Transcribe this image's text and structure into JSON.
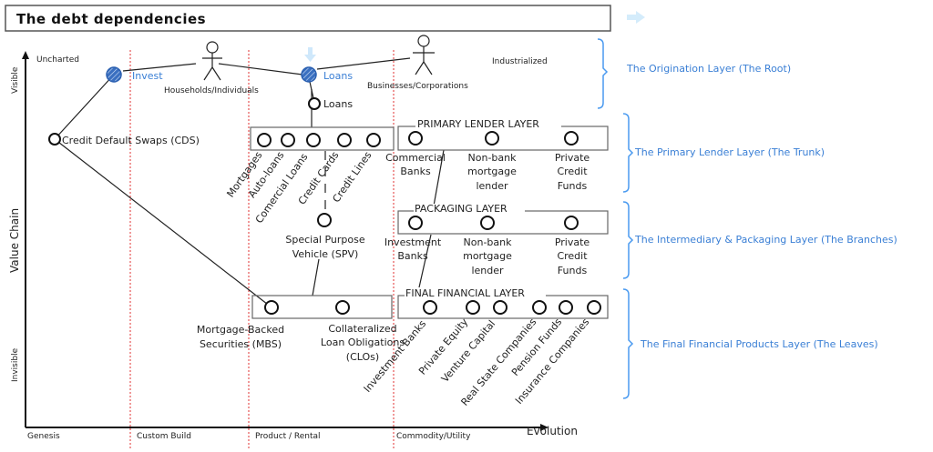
{
  "title": "The debt dependencies",
  "colors": {
    "accent": "#3a7fd5",
    "stage_lines": "#e03030",
    "bracket": "#4a9af0",
    "highlight_node": "#3a6fc0"
  },
  "axes": {
    "x_label": "Evolution",
    "y_label": "Value Chain",
    "y_top": "Visible",
    "y_bottom": "Invisible",
    "stages": [
      "Genesis",
      "Custom Build",
      "Product / Rental",
      "Commodity/Utility"
    ],
    "uncharted": "Uncharted",
    "industrialized": "Industrialized"
  },
  "users": {
    "households": "Households/Individuals",
    "businesses": "Businesses/Corporations"
  },
  "nodes": {
    "invest": "Invest",
    "loans_top": "Loans",
    "loans": "Loans",
    "cds": "Credit Default Swaps (CDS)",
    "spv_1": "Special Purpose",
    "spv_2": "Vehicle (SPV)",
    "mbs": [
      "Mortgage-Backed",
      "Securities (MBS)"
    ],
    "clos": [
      "Collateralized",
      "Loan Obligations",
      "(CLOs)"
    ]
  },
  "loan_types": [
    "Mortgages",
    "Auto-loans",
    "Comercial Loans",
    "Credit Cards",
    "Credit Lines"
  ],
  "primary_layer": {
    "title": "PRIMARY LENDER LAYER",
    "items": [
      [
        "Commercial",
        "Banks"
      ],
      [
        "Non-bank",
        "mortgage",
        "lender"
      ],
      [
        "Private",
        "Credit",
        "Funds"
      ]
    ]
  },
  "packaging_layer": {
    "title": "PACKAGING LAYER",
    "items": [
      [
        "Investment",
        "Banks"
      ],
      [
        "Non-bank",
        "mortgage",
        "lender"
      ],
      [
        "Private",
        "Credit",
        "Funds"
      ]
    ]
  },
  "final_layer": {
    "title": "FINAL FINANCIAL LAYER",
    "items": [
      "Investment Banks",
      "Private Equity",
      "Venture Capital",
      "Real State Companies",
      "Pension Funds",
      "Insurance Companies"
    ]
  },
  "brackets": [
    "The Origination Layer (The Root)",
    "The Primary Lender Layer (The Trunk)",
    "The Intermediary & Packaging Layer (The Branches)",
    "The Final Financial Products Layer (The Leaves)"
  ]
}
